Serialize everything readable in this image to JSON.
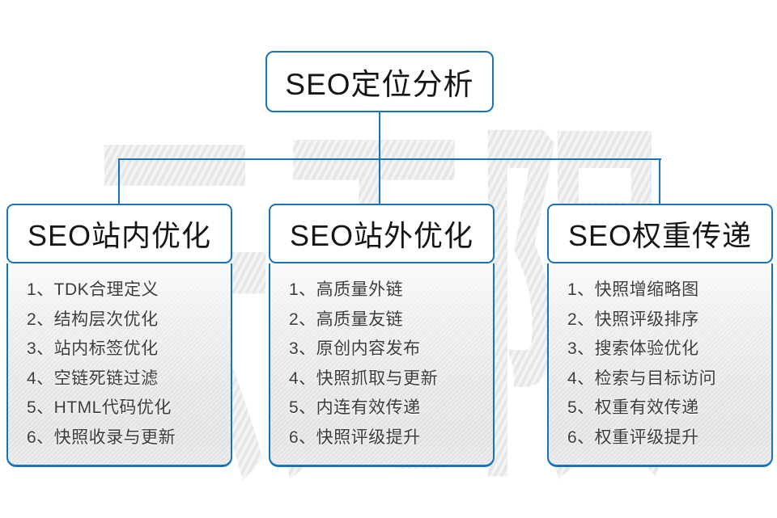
{
  "colors": {
    "accent": "#1774ba",
    "watermark": "#ebebeb",
    "item_text": "#3c3c3c"
  },
  "watermark_text": "云无限",
  "root": {
    "label": "SEO定位分析"
  },
  "columns": [
    {
      "title": "SEO站内优化",
      "items": [
        "1、TDK合理定义",
        "2、结构层次优化",
        "3、站内标签优化",
        "4、空链死链过滤",
        "5、HTML代码优化",
        "6、快照收录与更新"
      ]
    },
    {
      "title": "SEO站外优化",
      "items": [
        "1、高质量外链",
        "2、高质量友链",
        "3、原创内容发布",
        "4、快照抓取与更新",
        "5、内连有效传递",
        "6、快照评级提升"
      ]
    },
    {
      "title": "SEO权重传递",
      "items": [
        "1、快照增缩略图",
        "2、快照评级排序",
        "3、搜索体验优化",
        "4、检索与目标访问",
        "5、权重有效传递",
        "6、权重评级提升"
      ]
    }
  ]
}
